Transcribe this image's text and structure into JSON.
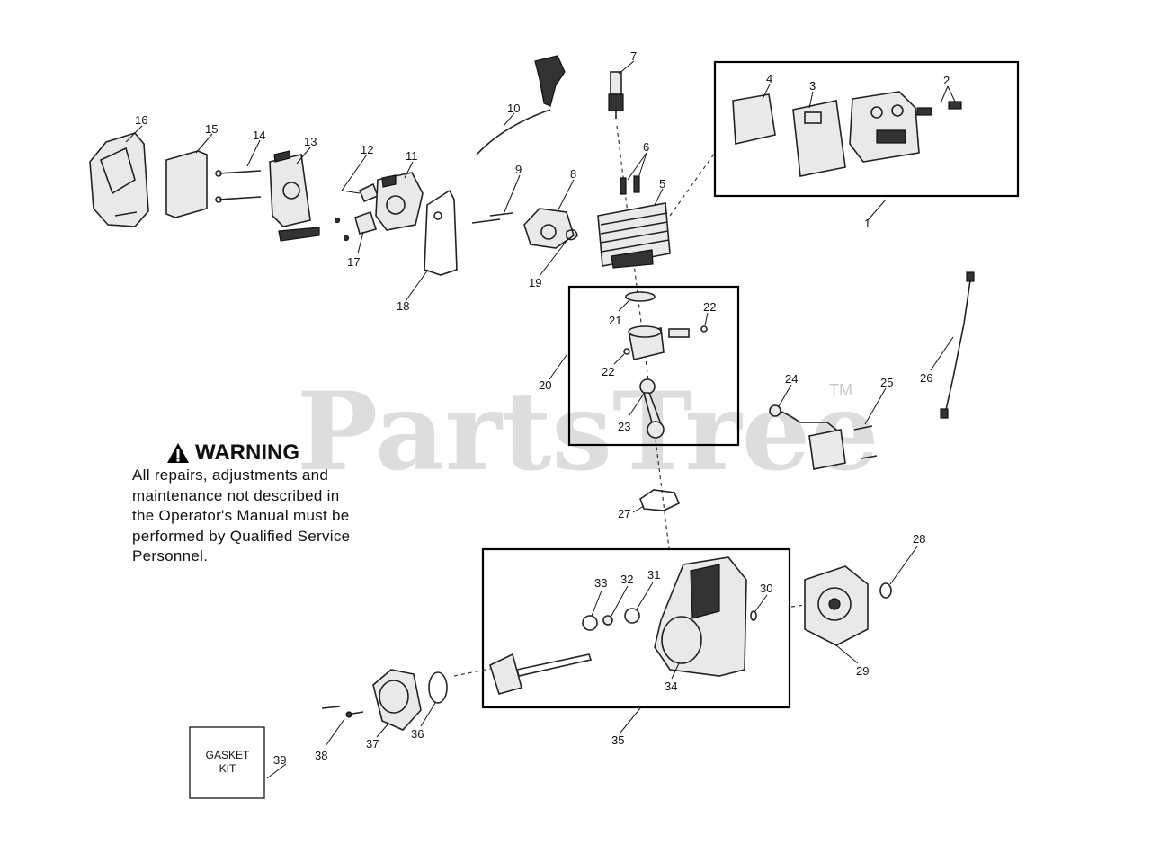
{
  "watermark": {
    "text": "PartsTree",
    "tm": "TM"
  },
  "warning": {
    "title": "WARNING",
    "lines": [
      "All repairs, adjustments and",
      "maintenance not described in",
      "the Operator's Manual must be",
      "performed by Qualified Service",
      "Personnel."
    ]
  },
  "gasket_kit": {
    "line1": "GASKET",
    "line2": "KIT"
  },
  "callouts": {
    "c1": "1",
    "c2": "2",
    "c3": "3",
    "c4": "4",
    "c5": "5",
    "c6": "6",
    "c7": "7",
    "c8": "8",
    "c9": "9",
    "c10": "10",
    "c11": "11",
    "c12": "12",
    "c13": "13",
    "c14": "14",
    "c15": "15",
    "c16": "16",
    "c17": "17",
    "c18": "18",
    "c19": "19",
    "c20": "20",
    "c21": "21",
    "c22a": "22",
    "c22b": "22",
    "c23": "23",
    "c24": "24",
    "c25": "25",
    "c26": "26",
    "c27": "27",
    "c28": "28",
    "c29": "29",
    "c30": "30",
    "c31": "31",
    "c32": "32",
    "c33": "33",
    "c34": "34",
    "c35": "35",
    "c36": "36",
    "c37": "37",
    "c38": "38",
    "c39": "39"
  }
}
